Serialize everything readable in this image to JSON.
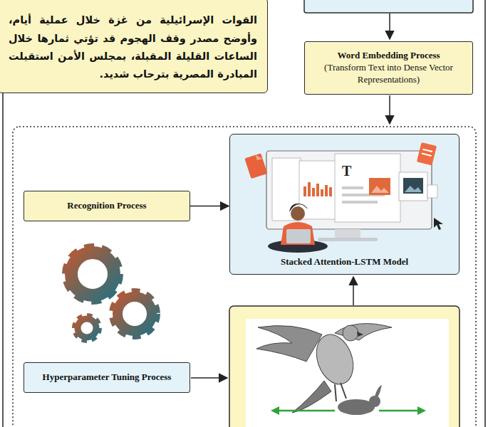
{
  "diagram": {
    "nodes": [
      {
        "text": [
          "القوات الإسرائيلية من غزة خلال عملية أيام، وأوضح مصدر وقف الهجوم قد تؤتي ثمارها خلال الساعات القليلة المقبلة، بمجلس الأمن استقبلت المبادرة المصرية بترحاب شديد."
        ]
      },
      {
        "text": [
          "Word Embedding Process",
          "(Transform Text into Dense Vector Representations)"
        ]
      },
      {
        "text": [
          "Stacked Attention-LSTM Model"
        ]
      },
      {
        "text": [
          "Recognition Process"
        ]
      },
      {
        "text": [
          "Hyperparameter Tuning Process"
        ]
      }
    ],
    "edges": [
      {
        "from": 3,
        "to": 2,
        "arrow": "to"
      }
    ],
    "labels": [
      "T"
    ]
  }
}
